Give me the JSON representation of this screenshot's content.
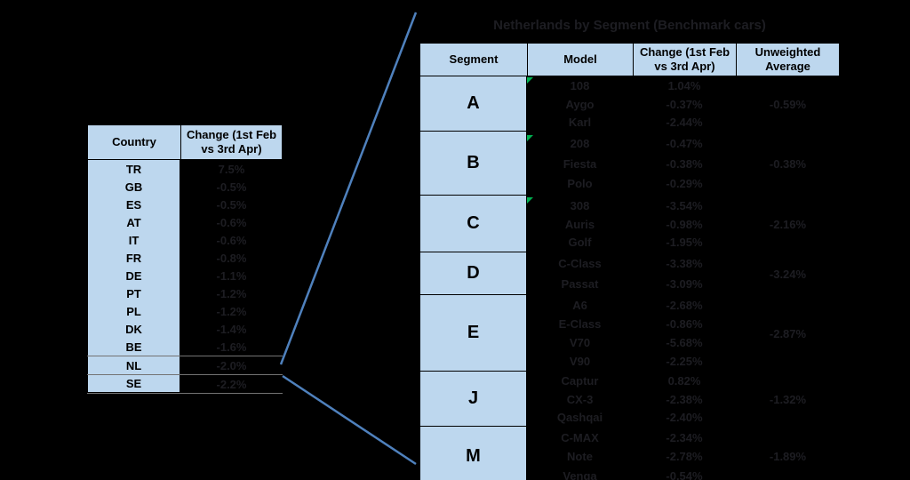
{
  "colors": {
    "background": "#000000",
    "cell_fill": "#bdd7ee",
    "cell_border": "#000000",
    "faint_text": "#1d1d22",
    "highlight_border": "#737373",
    "connector_blue": "#4f81bd",
    "error_indicator_green": "#00b050"
  },
  "left_table": {
    "headers": {
      "country": "Country",
      "change": "Change (1st Feb vs 3rd Apr)"
    },
    "rows": [
      {
        "country": "TR",
        "change": "7.5%"
      },
      {
        "country": "GB",
        "change": "-0.5%"
      },
      {
        "country": "ES",
        "change": "-0.5%"
      },
      {
        "country": "AT",
        "change": "-0.6%"
      },
      {
        "country": "IT",
        "change": "-0.6%"
      },
      {
        "country": "FR",
        "change": "-0.8%"
      },
      {
        "country": "DE",
        "change": "-1.1%"
      },
      {
        "country": "PT",
        "change": "-1.2%"
      },
      {
        "country": "PL",
        "change": "-1.2%"
      },
      {
        "country": "DK",
        "change": "-1.4%"
      },
      {
        "country": "BE",
        "change": "-1.6%"
      },
      {
        "country": "NL",
        "change": "-2.0%",
        "highlighted": true
      },
      {
        "country": "SE",
        "change": "-2.2%",
        "highlighted": true
      }
    ]
  },
  "right_table": {
    "title": "Netherlands by Segment (Benchmark cars)",
    "headers": {
      "segment": "Segment",
      "model": "Model",
      "change": "Change (1st Feb vs 3rd Apr)",
      "average": "Unweighted Average"
    },
    "segments": [
      {
        "segment": "A",
        "average": "-0.59%",
        "models": [
          {
            "model": "108",
            "change": "1.04%",
            "error_indicator": true
          },
          {
            "model": "Aygo",
            "change": "-0.37%"
          },
          {
            "model": "Karl",
            "change": "-2.44%"
          }
        ]
      },
      {
        "segment": "B",
        "average": "-0.38%",
        "models": [
          {
            "model": "208",
            "change": "-0.47%",
            "error_indicator": true
          },
          {
            "model": "Fiesta",
            "change": "-0.38%"
          },
          {
            "model": "Polo",
            "change": "-0.29%"
          }
        ]
      },
      {
        "segment": "C",
        "average": "-2.16%",
        "models": [
          {
            "model": "308",
            "change": "-3.54%",
            "error_indicator": true
          },
          {
            "model": "Auris",
            "change": "-0.98%"
          },
          {
            "model": "Golf",
            "change": "-1.95%"
          }
        ]
      },
      {
        "segment": "D",
        "average": "-3.24%",
        "models": [
          {
            "model": "C-Class",
            "change": "-3.38%"
          },
          {
            "model": "Passat",
            "change": "-3.09%"
          }
        ]
      },
      {
        "segment": "E",
        "average": "-2.87%",
        "models": [
          {
            "model": "A6",
            "change": "-2.68%"
          },
          {
            "model": "E-Class",
            "change": "-0.86%"
          },
          {
            "model": "V70",
            "change": "-5.68%"
          },
          {
            "model": "V90",
            "change": "-2.25%"
          }
        ]
      },
      {
        "segment": "J",
        "average": "-1.32%",
        "models": [
          {
            "model": "Captur",
            "change": "0.82%"
          },
          {
            "model": "CX-3",
            "change": "-2.38%"
          },
          {
            "model": "Qashqai",
            "change": "-2.40%"
          }
        ]
      },
      {
        "segment": "M",
        "average": "-1.89%",
        "models": [
          {
            "model": "C-MAX",
            "change": "-2.34%"
          },
          {
            "model": "Note",
            "change": "-2.78%"
          },
          {
            "model": "Venga",
            "change": "-0.54%"
          }
        ]
      }
    ]
  }
}
